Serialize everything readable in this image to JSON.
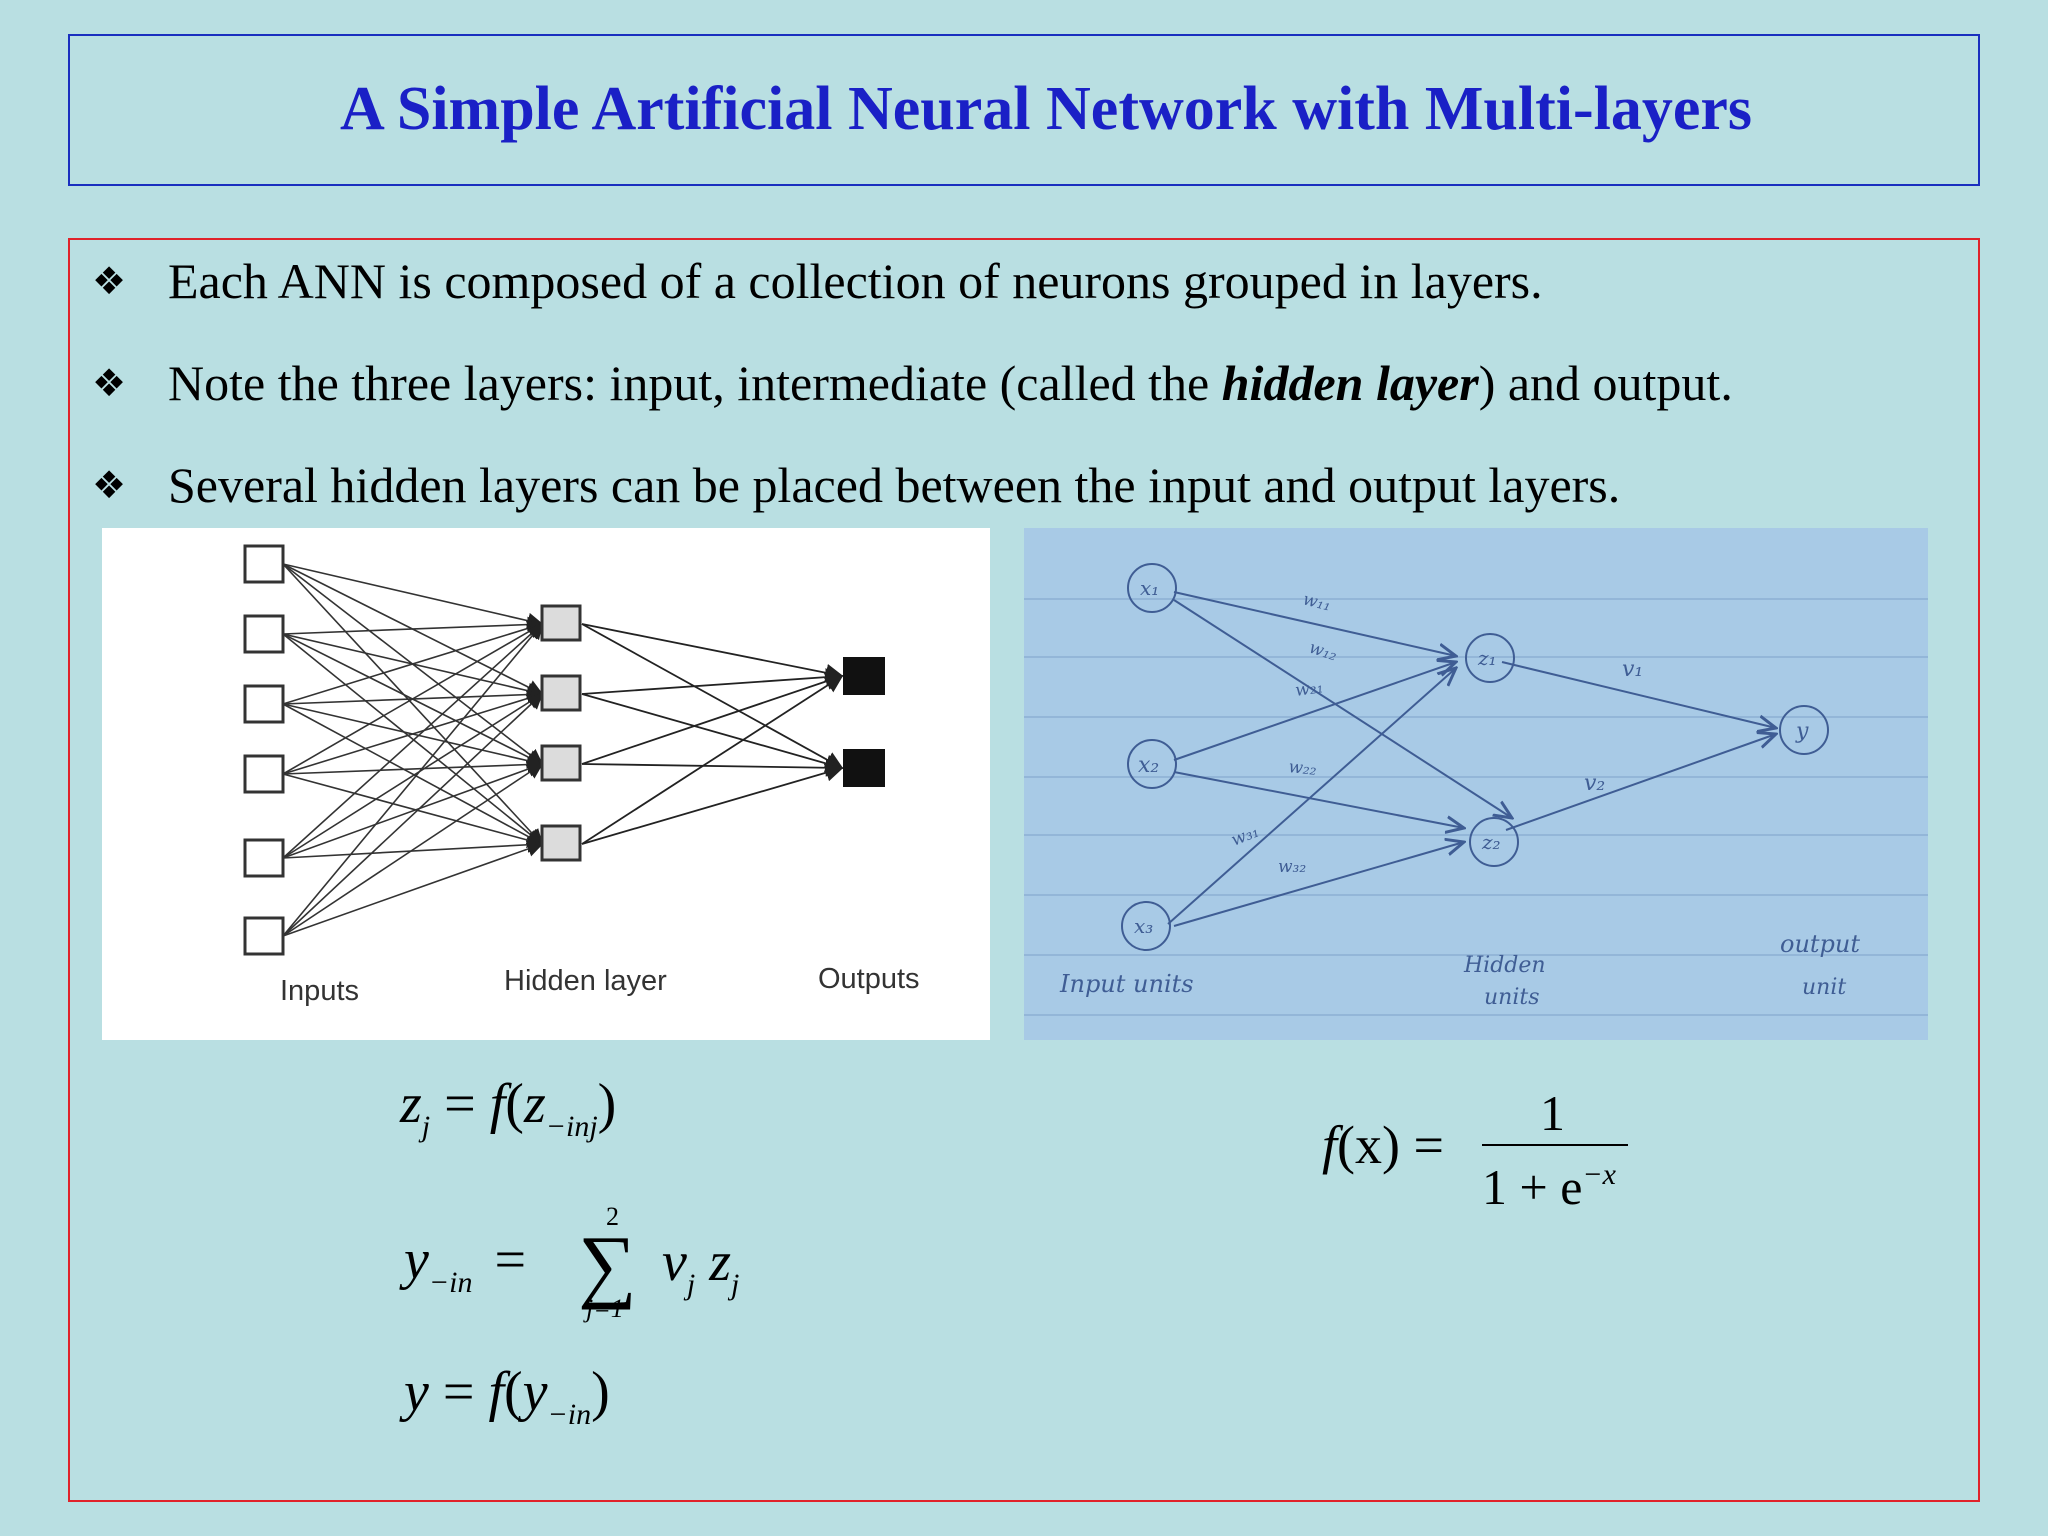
{
  "title": "A Simple Artificial Neural Network with Multi-layers",
  "bullets": [
    {
      "mark": "❖",
      "text": "Each ANN is composed of a collection of neurons grouped in layers."
    },
    {
      "mark": "❖",
      "text_before": "Note the three layers: input, intermediate (called the ",
      "emphasis": "hidden layer",
      "text_after": ") and output."
    },
    {
      "mark": "❖",
      "text": "Several hidden layers can be placed between the input and output layers."
    }
  ],
  "left_figure": {
    "labels": {
      "inputs": "Inputs",
      "hidden": "Hidden layer",
      "outputs": "Outputs"
    }
  },
  "right_figure": {
    "node_labels": {
      "x1": "x₁",
      "x2": "x₂",
      "x3": "x₃",
      "z1": "z₁",
      "z2": "z₂",
      "y": "y"
    },
    "weight_labels": {
      "w11": "w₁₁",
      "w12": "w₁₂",
      "w21": "w₂₁",
      "w22": "w₂₂",
      "w31": "w₃₁",
      "w32": "w₃₂",
      "v1": "v₁",
      "v2": "v₂"
    },
    "unit_labels": {
      "input": "Input units",
      "hidden_1": "Hidden",
      "hidden_2": "units",
      "output_1": "output",
      "output_2": "unit"
    }
  },
  "formulas": {
    "zj": {
      "lhs": "z",
      "lhs_sub": "j",
      "eq": "=",
      "f": "f",
      "open": "(",
      "arg": "z",
      "arg_sub": "−inj",
      "close": ")"
    },
    "yin": {
      "lhs": "y",
      "lhs_sub": "−in",
      "eq": "=",
      "sum_top": "2",
      "sum_symbol": "∑",
      "sum_bottom": "j=1",
      "term": "v",
      "term_sub": "j",
      "term2": "z",
      "term2_sub": "j"
    },
    "y": {
      "lhs": "y",
      "eq": "=",
      "f": "f",
      "open": "(",
      "arg": "y",
      "arg_sub": "−in",
      "close": ")"
    },
    "fx": {
      "lhs": "f",
      "lhs_arg": "(x)",
      "eq": "=",
      "numerator": "1",
      "denominator": "1 + e",
      "exp": "−x"
    }
  },
  "colors": {
    "background": "#b9dfe2",
    "title": "#1a20c6",
    "title_border": "#1a2fbf",
    "content_border": "#e0232a"
  }
}
